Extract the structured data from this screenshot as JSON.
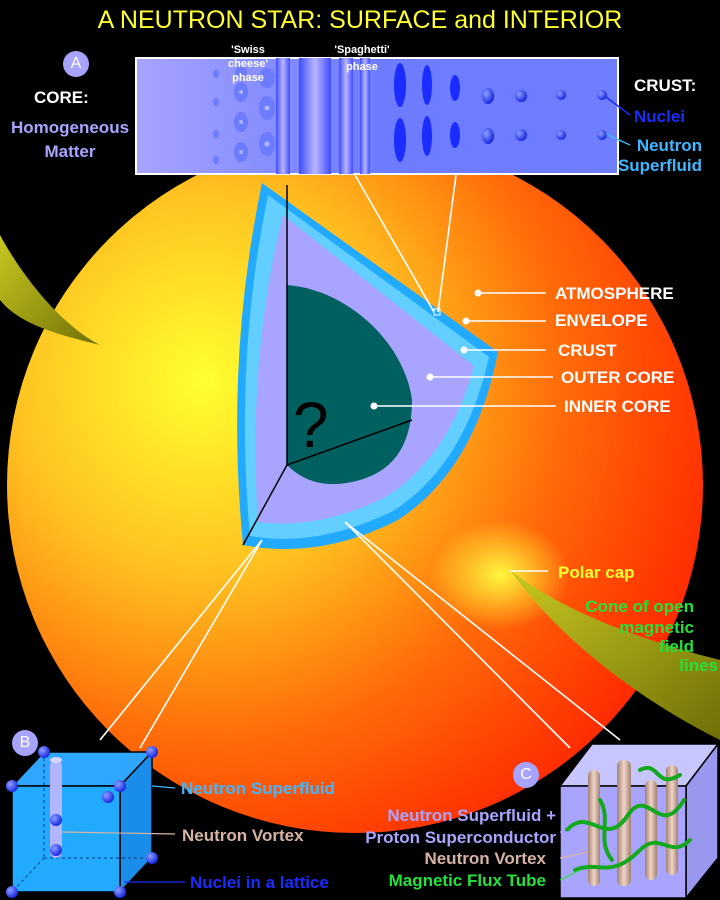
{
  "title": "A NEUTRON STAR:  SURFACE and INTERIOR",
  "panels": {
    "a": {
      "badge": "A",
      "core_heading": "CORE:",
      "core_desc_line1": "Homogeneous",
      "core_desc_line2": "Matter",
      "swiss_line1": "'Swiss",
      "swiss_line2": "cheese'",
      "swiss_line3": "phase",
      "spaghetti_line1": "'Spaghetti'",
      "spaghetti_line2": "phase",
      "crust_heading": "CRUST:",
      "nuclei": "Nuclei",
      "superfluid_line1": "Neutron",
      "superfluid_line2": "Superfluid"
    },
    "b": {
      "badge": "B",
      "neutron_superfluid": "Neutron Superfluid",
      "neutron_vortex": "Neutron Vortex",
      "nuclei_lattice": "Nuclei in a lattice"
    },
    "c": {
      "badge": "C",
      "line1": "Neutron Superfluid  +",
      "line2": "Proton Superconductor",
      "line3": "Neutron Vortex",
      "line4": "Magnetic Flux Tube"
    }
  },
  "layers": {
    "atmosphere": "ATMOSPHERE",
    "envelope": "ENVELOPE",
    "crust": "CRUST",
    "outer_core": "OUTER CORE",
    "inner_core": "INNER CORE",
    "unknown_mark": "?"
  },
  "surface": {
    "polar_cap": "Polar cap",
    "cone_line1": "Cone of open",
    "cone_line2": "magnetic",
    "cone_line3": "field",
    "cone_line4": "lines"
  },
  "colors": {
    "title": "#ffff33",
    "star_hot": "#ffff22",
    "star_cool": "#ff2a00",
    "crust_blue": "#22aaff",
    "outer_core": "#a9a5ff",
    "inner_core": "#006060",
    "cone": "#9a9a10"
  }
}
